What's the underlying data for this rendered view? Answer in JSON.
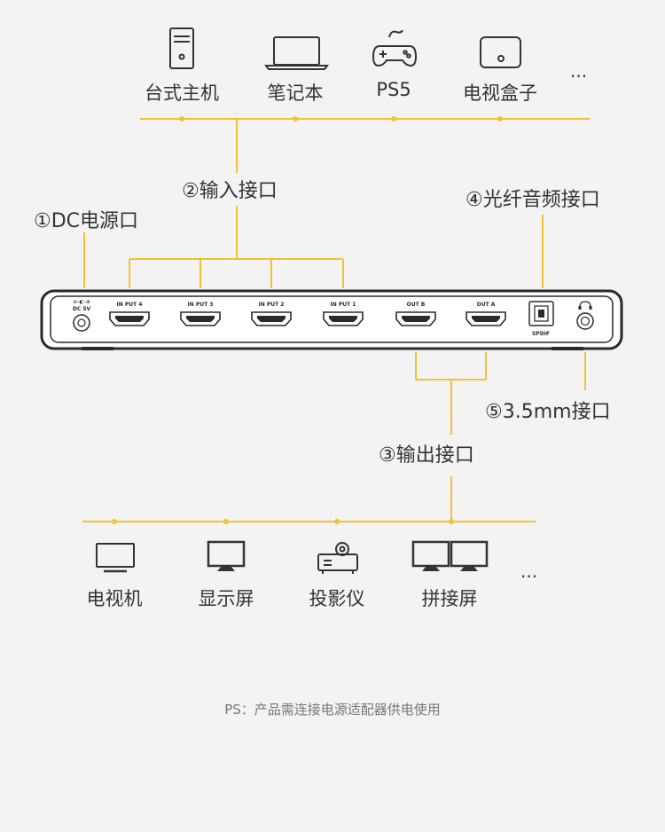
{
  "colors": {
    "accent": "#f6c12f",
    "stroke": "#333333",
    "background": "#f3f3f3"
  },
  "source_devices": [
    {
      "label": "台式主机",
      "icon": "desktop-tower-icon"
    },
    {
      "label": "笔记本",
      "icon": "laptop-icon"
    },
    {
      "label": "PS5",
      "icon": "gamepad-icon"
    },
    {
      "label": "电视盒子",
      "icon": "tv-box-icon"
    }
  ],
  "source_more": "...",
  "output_devices": [
    {
      "label": "电视机",
      "icon": "tv-icon"
    },
    {
      "label": "显示屏",
      "icon": "monitor-icon"
    },
    {
      "label": "投影仪",
      "icon": "projector-icon"
    },
    {
      "label": "拼接屏",
      "icon": "video-wall-icon"
    }
  ],
  "output_more": "...",
  "ports": {
    "dc": "①DC电源口",
    "input": "②输入接口",
    "output": "③输出接口",
    "optical": "④光纤音频接口",
    "jack": "⑤3.5mm接口"
  },
  "panel": {
    "dc_label": "DC 5V",
    "hdmi_ports": [
      "IN PUT 4",
      "IN PUT 3",
      "IN PUT 2",
      "IN PUT 1",
      "OUT B",
      "OUT A"
    ],
    "spdif_label": "SPDIF"
  },
  "note": "PS：产品需连接电源适配器供电使用"
}
